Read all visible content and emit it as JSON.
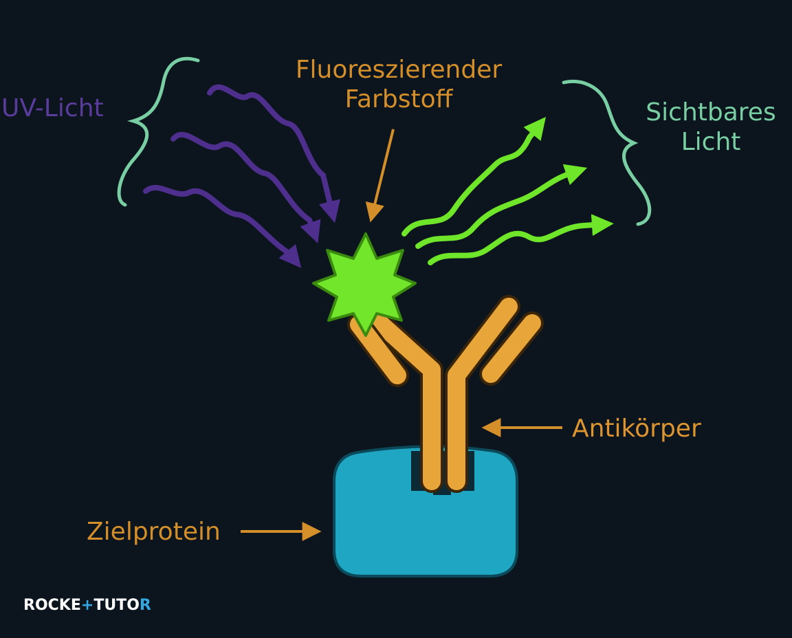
{
  "labels": {
    "uv_light": "UV-Licht",
    "dye_line1": "Fluoreszierender",
    "dye_line2": "Farbstoff",
    "visible_line1": "Sichtbares",
    "visible_line2": "Licht",
    "antibody": "Antikörper",
    "target_protein": "Zielprotein"
  },
  "logo": {
    "part1": "ROCKE",
    "plus": "+",
    "part2": "TUTO",
    "part3": "R"
  },
  "colors": {
    "background": "#0c141d",
    "uv_waves": "#4e2f8e",
    "visible_waves": "#6fe62a",
    "dye_star": "#72e62b",
    "antibody": "#e8a53a",
    "target_protein": "#1fa6c2",
    "label_orange": "#d48f2a",
    "label_green": "#79cfa3",
    "label_purple": "#5a3c9c",
    "logo_accent": "#35a7e0"
  }
}
